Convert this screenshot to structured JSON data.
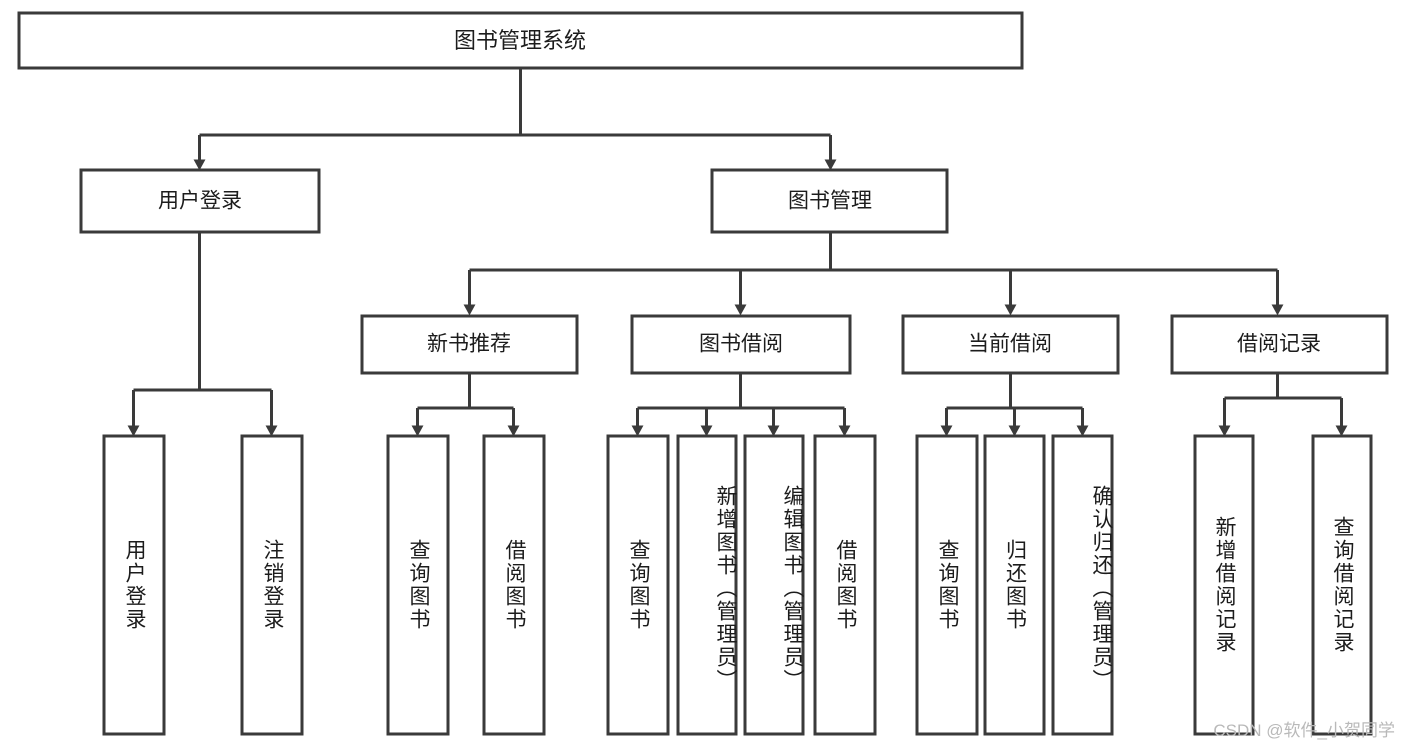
{
  "diagram": {
    "title_node": {
      "label": "图书管理系统"
    },
    "level1": [
      {
        "id": "user-login",
        "label": "用户登录"
      },
      {
        "id": "book-manage",
        "label": "图书管理"
      }
    ],
    "level2": [
      {
        "id": "new-book-recommend",
        "label": "新书推荐",
        "parent": "book-manage"
      },
      {
        "id": "book-borrow",
        "label": "图书借阅",
        "parent": "book-manage"
      },
      {
        "id": "current-borrow",
        "label": "当前借阅",
        "parent": "book-manage"
      },
      {
        "id": "borrow-record",
        "label": "借阅记录",
        "parent": "book-manage"
      }
    ],
    "leaves": [
      {
        "id": "leaf-user-login",
        "label": "用户登录",
        "parent": "user-login"
      },
      {
        "id": "leaf-user-logout",
        "label": "注销登录",
        "parent": "user-login"
      },
      {
        "id": "leaf-query-book-1",
        "label": "查询图书",
        "parent": "new-book-recommend"
      },
      {
        "id": "leaf-borrow-book-1",
        "label": "借阅图书",
        "parent": "new-book-recommend"
      },
      {
        "id": "leaf-query-book-2",
        "label": "查询图书",
        "parent": "book-borrow"
      },
      {
        "id": "leaf-add-book",
        "label": "新增图书（管理员）",
        "parent": "book-borrow"
      },
      {
        "id": "leaf-edit-book",
        "label": "编辑图书（管理员）",
        "parent": "book-borrow"
      },
      {
        "id": "leaf-borrow-book-2",
        "label": "借阅图书",
        "parent": "book-borrow"
      },
      {
        "id": "leaf-query-book-3",
        "label": "查询图书",
        "parent": "current-borrow"
      },
      {
        "id": "leaf-return-book",
        "label": "归还图书",
        "parent": "current-borrow"
      },
      {
        "id": "leaf-confirm-return",
        "label": "确认归还（管理员）",
        "parent": "current-borrow"
      },
      {
        "id": "leaf-add-record",
        "label": "新增借阅记录",
        "parent": "borrow-record"
      },
      {
        "id": "leaf-query-record",
        "label": "查询借阅记录",
        "parent": "borrow-record"
      }
    ],
    "colors": {
      "box_stroke": "#3a3a3a",
      "box_fill": "#ffffff",
      "text": "#1c1c1c",
      "connector": "#3a3a3a",
      "watermark": "#b9b9b9",
      "background": "#ffffff"
    }
  },
  "watermark": {
    "text": "CSDN @软件_小贺同学"
  }
}
